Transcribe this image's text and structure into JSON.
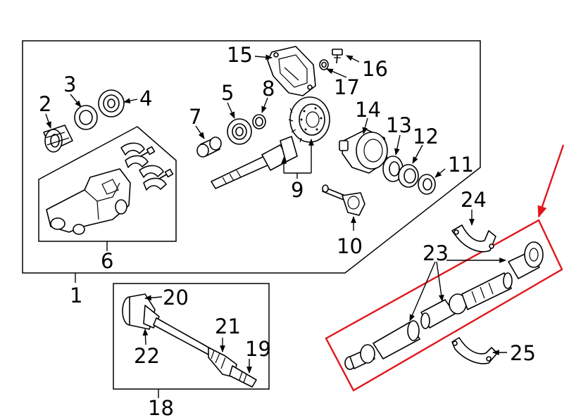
{
  "callouts": {
    "c1": "1",
    "c2": "2",
    "c3": "3",
    "c4": "4",
    "c5": "5",
    "c6": "6",
    "c7": "7",
    "c8": "8",
    "c9": "9",
    "c10": "10",
    "c11": "11",
    "c12": "12",
    "c13": "13",
    "c14": "14",
    "c15": "15",
    "c16": "16",
    "c17": "17",
    "c18": "18",
    "c19": "19",
    "c20": "20",
    "c21": "21",
    "c22": "22",
    "c23": "23",
    "c24": "24",
    "c25": "25"
  },
  "colors": {
    "line": "#000000",
    "background": "#ffffff",
    "highlight": "#e0161b"
  }
}
